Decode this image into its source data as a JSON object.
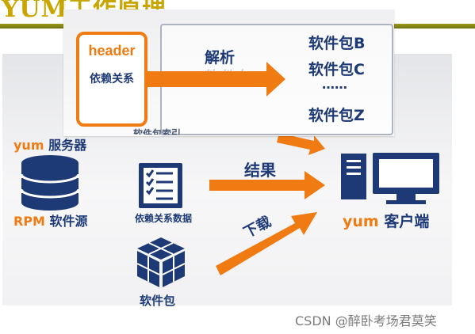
{
  "title": "YUM工作原理",
  "watermark": "CSDN @醉卧考场君莫笑",
  "popup": {
    "header_word": "header",
    "header_deps": "依赖关系",
    "ghost_text": "RPM软件包",
    "parse_label": "解析",
    "packages": [
      "软件包B",
      "软件包C",
      "……",
      "软件包Z"
    ]
  },
  "server": {
    "title": "yum 服务器",
    "repo_label": "RPM 软件源",
    "metadata_label": "依赖关系数据",
    "metadata_partial_label": "软件包索引",
    "package_label": "软件包"
  },
  "flow": {
    "result_label": "结果",
    "download_label": "下载"
  },
  "client": {
    "label": "yum 客户端"
  },
  "colors": {
    "title": "#c9a500",
    "orange": "#f07b12",
    "navy": "#1e3a76",
    "rule": "#8a8a18"
  }
}
